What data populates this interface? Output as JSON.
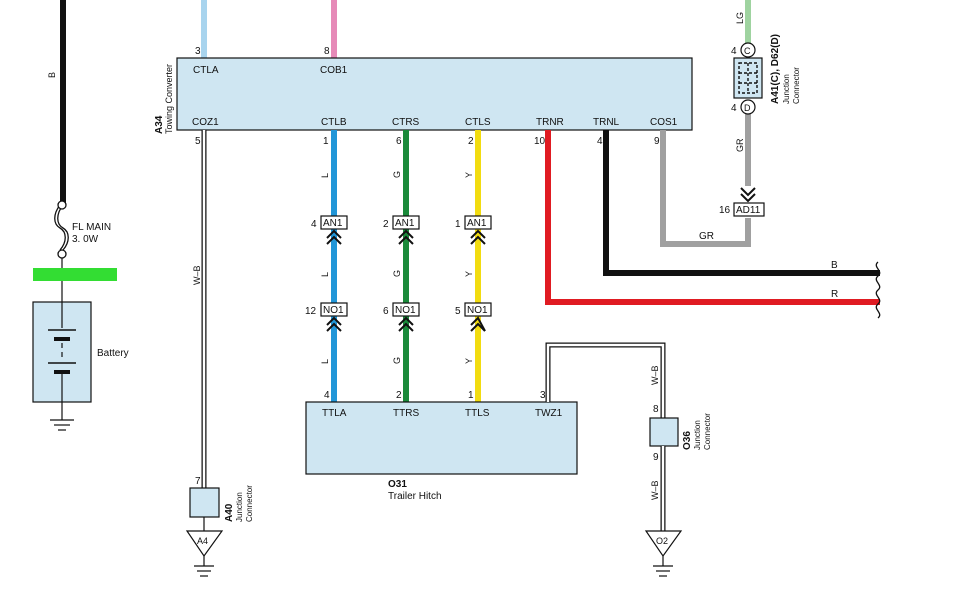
{
  "colors": {
    "module_fill": "#cfe6f2",
    "wire_black": "#111111",
    "wire_pink": "#e68ab8",
    "wire_lightblue": "#a8d4ee",
    "wire_blue": "#2196d8",
    "wire_green": "#1a8a3a",
    "wire_yellow": "#f2dc10",
    "wire_red": "#e01b22",
    "wire_gray": "#a0a0a0",
    "wire_lightgreen": "#9fd3a0",
    "highlight_green": "#33dd33"
  },
  "towing_converter": {
    "code": "A34",
    "name": "Towing Converter",
    "top_pins": [
      {
        "pin": "3",
        "label": "CTLA"
      },
      {
        "pin": "8",
        "label": "COB1"
      }
    ],
    "bottom_pins": [
      {
        "pin": "5",
        "label": "COZ1"
      },
      {
        "pin": "1",
        "label": "CTLB"
      },
      {
        "pin": "6",
        "label": "CTRS"
      },
      {
        "pin": "2",
        "label": "CTLS"
      },
      {
        "pin": "10",
        "label": "TRNR"
      },
      {
        "pin": "4",
        "label": "TRNL"
      },
      {
        "pin": "9",
        "label": "COS1"
      }
    ]
  },
  "trailer_hitch": {
    "code": "O31",
    "name": "Trailer Hitch",
    "pins": [
      {
        "pin": "4",
        "label": "TTLA"
      },
      {
        "pin": "2",
        "label": "TTRS"
      },
      {
        "pin": "1",
        "label": "TTLS"
      },
      {
        "pin": "3",
        "label": "TWZ1"
      }
    ]
  },
  "fuse": {
    "name": "FL MAIN",
    "rating": "3. 0W"
  },
  "battery": {
    "label": "Battery"
  },
  "wire_colors": {
    "b": "B",
    "wb": "W–B",
    "l": "L",
    "g": "G",
    "y": "Y",
    "gr": "GR",
    "lg": "LG",
    "r": "R"
  },
  "connectors": {
    "an1": {
      "name": "AN1",
      "pins": [
        "4",
        "2",
        "1"
      ]
    },
    "no1": {
      "name": "NO1",
      "pins": [
        "12",
        "6",
        "5"
      ]
    },
    "ad11": {
      "name": "AD11",
      "pin": "16"
    }
  },
  "junction_a41": {
    "code": "A41(C), D62(D)",
    "name_line1": "Junction",
    "name_line2": "Connector",
    "top_pin": "4",
    "top_letter": "C",
    "bottom_pin": "4",
    "bottom_letter": "D"
  },
  "junction_a40": {
    "code": "A40",
    "name_line1": "Junction",
    "name_line2": "Connector",
    "pin": "7",
    "ground": "A4"
  },
  "junction_o36": {
    "code": "O36",
    "name_line1": "Junction",
    "name_line2": "Connector",
    "top_pin": "8",
    "bottom_pin": "9",
    "ground": "O2"
  }
}
